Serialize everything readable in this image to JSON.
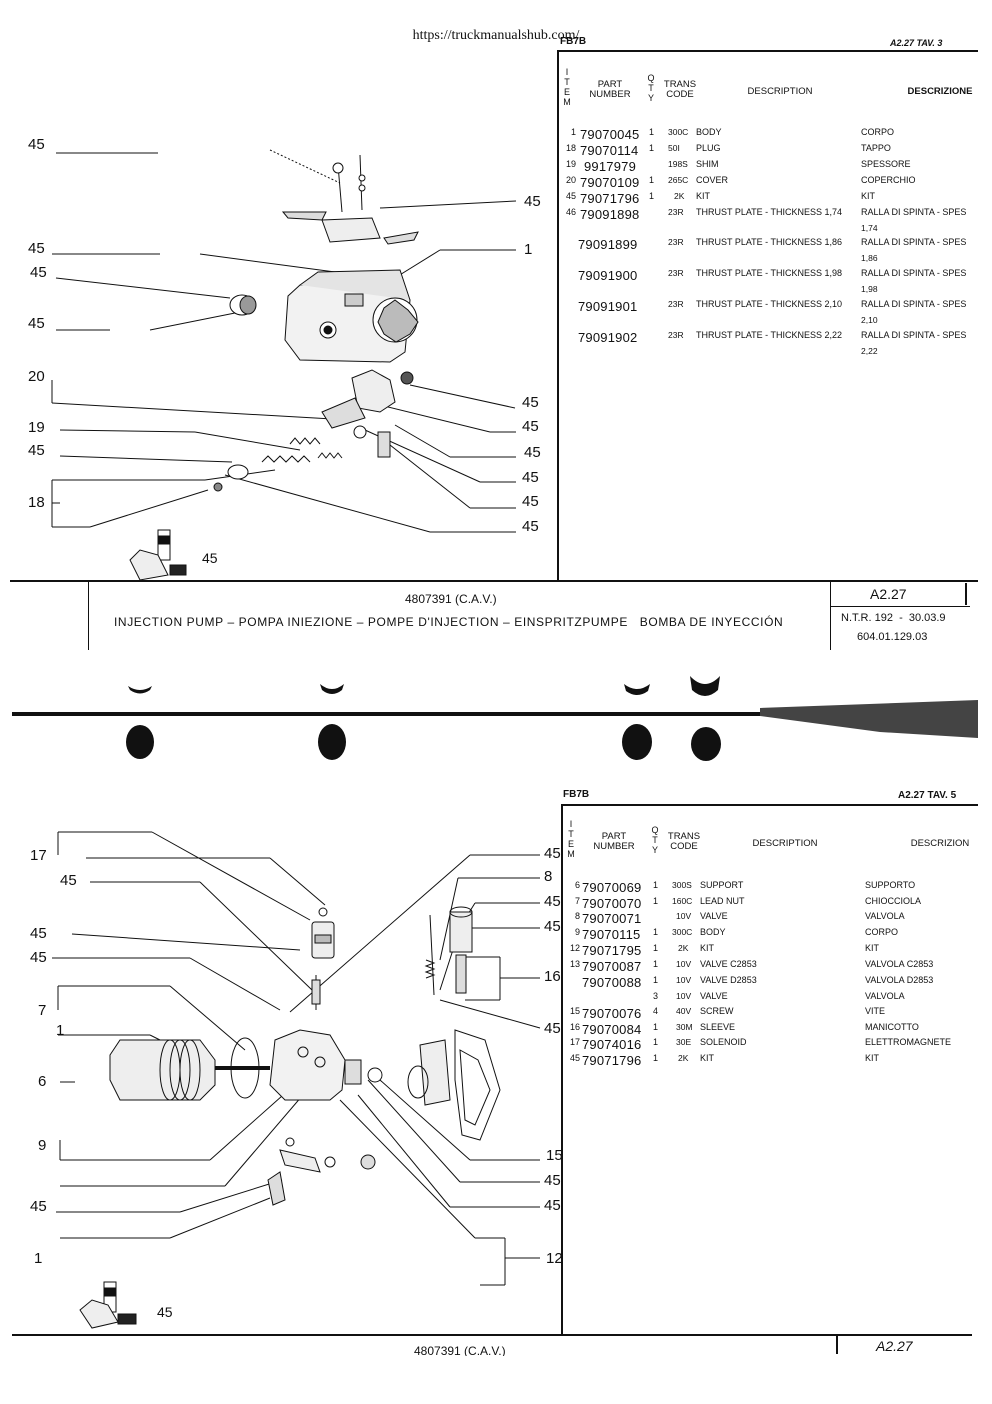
{
  "url": "https://truckmanualshub.com/",
  "page1": {
    "model": "FB7B",
    "table_ref": "A2.27 TAV. 3",
    "headers": {
      "item": "I\nT\nE\nM",
      "part_number": "PART\nNUMBER",
      "qty": "Q\nT\nY",
      "trans_code": "TRANS\nCODE",
      "description": "DESCRIPTION",
      "description_it": "DESCRIZIONE"
    },
    "rows": [
      {
        "item": "1",
        "part": "79070045",
        "qty": "1",
        "code": "300C",
        "desc": "BODY",
        "desc_it": "CORPO",
        "sub": ""
      },
      {
        "item": "18",
        "part": "79070114",
        "qty": "1",
        "code": "50I",
        "desc": "PLUG",
        "desc_it": "TAPPO",
        "sub": ""
      },
      {
        "item": "19",
        "part": "9917979",
        "qty": "",
        "code": "198S",
        "desc": "SHIM",
        "desc_it": "SPESSORE",
        "sub": ""
      },
      {
        "item": "20",
        "part": "79070109",
        "qty": "1",
        "code": "265C",
        "desc": "COVER",
        "desc_it": "COPERCHIO",
        "sub": ""
      },
      {
        "item": "45",
        "part": "79071796",
        "qty": "1",
        "code": "2K",
        "desc": "KIT",
        "desc_it": "KIT",
        "sub": ""
      },
      {
        "item": "46",
        "part": "79091898",
        "qty": "",
        "code": "23R",
        "desc": "THRUST PLATE - THICKNESS 1,74",
        "desc_it": "RALLA DI SPINTA - SPES",
        "sub": "1,74"
      },
      {
        "item": "",
        "part": "79091899",
        "qty": "",
        "code": "23R",
        "desc": "THRUST PLATE - THICKNESS 1,86",
        "desc_it": "RALLA DI SPINTA - SPES",
        "sub": "1,86"
      },
      {
        "item": "",
        "part": "79091900",
        "qty": "",
        "code": "23R",
        "desc": "THRUST PLATE - THICKNESS 1,98",
        "desc_it": "RALLA DI SPINTA - SPES",
        "sub": "1,98"
      },
      {
        "item": "",
        "part": "79091901",
        "qty": "",
        "code": "23R",
        "desc": "THRUST PLATE - THICKNESS 2,10",
        "desc_it": "RALLA DI SPINTA - SPES",
        "sub": "2,10"
      },
      {
        "item": "",
        "part": "79091902",
        "qty": "",
        "code": "23R",
        "desc": "THRUST PLATE - THICKNESS 2,22",
        "desc_it": "RALLA DI SPINTA - SPES",
        "sub": "2,22"
      }
    ],
    "callouts_left": [
      "45",
      "45",
      "45",
      "45",
      "20",
      "19",
      "45",
      "18"
    ],
    "callouts_right": [
      "45",
      "1",
      "45",
      "45",
      "45",
      "45",
      "45",
      "45"
    ],
    "kit_label": "45",
    "footer": {
      "pump_code": "4807391 (C.A.V.)",
      "title": "INJECTION PUMP – POMPA INIEZIONE – POMPE D'INJECTION – EINSPRITZPUMPE   BOMBA DE INYECCIÓN",
      "ref": "A2.27",
      "ntr": "N.T.R. 192  -  30.03.9",
      "code": "604.01.129.03"
    }
  },
  "page2": {
    "model": "FB7B",
    "table_ref": "A2.27 TAV. 5",
    "headers": {
      "item": "I\nT\nE\nM",
      "part_number": "PART\nNUMBER",
      "qty": "Q\nT\nY",
      "trans_code": "TRANS\nCODE",
      "description": "DESCRIPTION",
      "description_it": "DESCRIZION"
    },
    "rows": [
      {
        "item": "6",
        "part": "79070069",
        "qty": "1",
        "code": "300S",
        "desc": "SUPPORT",
        "desc_it": "SUPPORTO"
      },
      {
        "item": "7",
        "part": "79070070",
        "qty": "1",
        "code": "160C",
        "desc": "LEAD NUT",
        "desc_it": "CHIOCCIOLA"
      },
      {
        "item": "8",
        "part": "79070071",
        "qty": "",
        "code": "10V",
        "desc": "VALVE",
        "desc_it": "VALVOLA"
      },
      {
        "item": "9",
        "part": "79070115",
        "qty": "1",
        "code": "300C",
        "desc": "BODY",
        "desc_it": "CORPO"
      },
      {
        "item": "12",
        "part": "79071795",
        "qty": "1",
        "code": "2K",
        "desc": "KIT",
        "desc_it": "KIT"
      },
      {
        "item": "13",
        "part": "79070087",
        "qty": "1",
        "code": "10V",
        "desc": "VALVE C2853",
        "desc_it": "VALVOLA C2853"
      },
      {
        "item": "",
        "part": "79070088",
        "qty": "1",
        "code": "10V",
        "desc": "VALVE D2853",
        "desc_it": "VALVOLA D2853"
      },
      {
        "item": "",
        "part": "",
        "qty": "3",
        "code": "10V",
        "desc": "VALVE",
        "desc_it": "VALVOLA"
      },
      {
        "item": "15",
        "part": "79070076",
        "qty": "4",
        "code": "40V",
        "desc": "SCREW",
        "desc_it": "VITE"
      },
      {
        "item": "16",
        "part": "79070084",
        "qty": "1",
        "code": "30M",
        "desc": "SLEEVE",
        "desc_it": "MANICOTTO"
      },
      {
        "item": "17",
        "part": "79074016",
        "qty": "1",
        "code": "30E",
        "desc": "SOLENOID",
        "desc_it": "ELETTROMAGNETE"
      },
      {
        "item": "45",
        "part": "79071796",
        "qty": "1",
        "code": "2K",
        "desc": "KIT",
        "desc_it": "KIT"
      }
    ],
    "callouts_left": [
      "17",
      "45",
      "45",
      "45",
      "7",
      "1",
      "6",
      "9",
      "45",
      "1"
    ],
    "callouts_right": [
      "45",
      "8",
      "45",
      "45",
      "16",
      "45",
      "15",
      "45",
      "45",
      "12"
    ],
    "kit_label": "45",
    "footer": {
      "pump_code": "4807391 (C.A.V.)",
      "ref": "A2.27"
    }
  }
}
